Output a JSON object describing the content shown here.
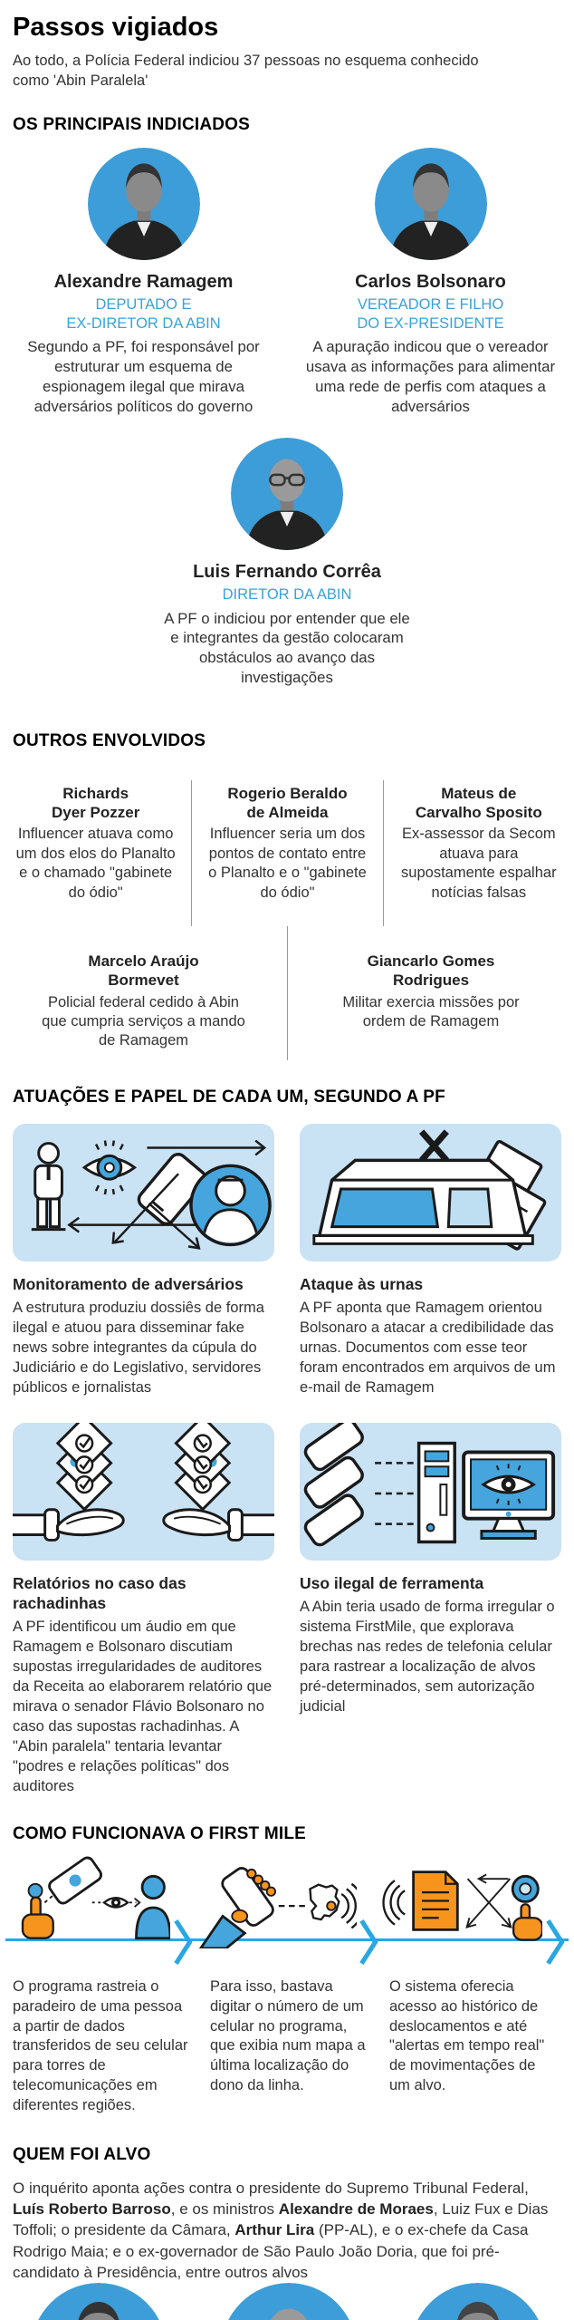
{
  "header": {
    "title": "Passos vigiados",
    "subtitle": "Ao todo, a Polícia Federal indiciou 37 pessoas no esquema conhecido como 'Abin Paralela'"
  },
  "colors": {
    "photo_circle_blue": "#3d9dd8",
    "accent_blue": "#29a7e0",
    "icon_blue": "#45a5dc",
    "light_blue_panel": "#c9e2f4",
    "orange": "#f7941e",
    "role_text_blue": "#36a3dc"
  },
  "main_indicted": {
    "heading": "OS PRINCIPAIS INDICIADOS",
    "people": [
      {
        "name": "Alexandre Ramagem",
        "role": "DEPUTADO E\nEX-DIRETOR DA ABIN",
        "desc": "Segundo a PF, foi responsável por estruturar um esquema de espionagem ilegal que mirava adversários políticos do governo"
      },
      {
        "name": "Carlos Bolsonaro",
        "role": "VEREADOR E FILHO\nDO EX-PRESIDENTE",
        "desc": "A apuração indicou que o vereador usava as informações para alimentar uma rede de perfis com ataques a adversários"
      },
      {
        "name": "Luis Fernando Corrêa",
        "role": "DIRETOR DA ABIN",
        "desc": "A PF o indiciou por entender que ele e integrantes da gestão colocaram obstáculos ao avanço das investigações"
      }
    ]
  },
  "others": {
    "heading": "OUTROS ENVOLVIDOS",
    "people": [
      {
        "name": "Richards\nDyer Pozzer",
        "desc": "Influencer atuava como um dos elos do Planalto e o chamado \"gabinete do ódio\""
      },
      {
        "name": "Rogerio Beraldo\nde Almeida",
        "desc": "Influencer seria um dos pontos de contato entre o Planalto e o \"gabinete do ódio\""
      },
      {
        "name": "Mateus de\nCarvalho Sposito",
        "desc": "Ex-assessor da Secom atuava para supostamente espalhar notícias falsas"
      },
      {
        "name": "Marcelo Araújo\nBormevet",
        "desc": "Policial federal cedido à Abin que cumpria serviços a mando de Ramagem"
      },
      {
        "name": "Giancarlo Gomes\nRodrigues",
        "desc": "Militar exercia missões por ordem de Ramagem"
      }
    ]
  },
  "roles_pf": {
    "heading": "ATUAÇÕES E PAPEL DE CADA UM, SEGUNDO A PF",
    "cards": [
      {
        "icon": "surveillance-illustration",
        "title": "Monitoramento de adversários",
        "desc": "A estrutura produziu dossiês de forma ilegal e atuou para disseminar fake news sobre integrantes da cúpula do Judiciário e do Legislativo, servidores públicos e jornalistas"
      },
      {
        "icon": "voting-machine-illustration",
        "title": "Ataque às urnas",
        "desc": "A PF aponta que Ramagem orientou Bolsonaro a atacar a credibilidade das urnas. Documentos com esse teor foram encontrados em arquivos de um e-mail de Ramagem"
      },
      {
        "icon": "hands-documents-illustration",
        "title": "Relatórios no caso das rachadinhas",
        "desc": "A PF identificou um áudio em que Ramagem e Bolsonaro discutiam supostas irregularidades de auditores da Receita ao elaborarem relatório que mirava o senador Flávio Bolsonaro no caso das supostas rachadinhas. A \"Abin paralela\" tentaria levantar \"podres e relações políticas\" dos auditores"
      },
      {
        "icon": "phones-computer-illustration",
        "title": "Uso ilegal de ferramenta",
        "desc": "A Abin teria usado de forma irregular o sistema FirstMile, que explorava brechas nas redes de telefonia celular para rastrear a localização de alvos pré-determinados, sem autorização judicial"
      }
    ]
  },
  "first_mile": {
    "heading": "COMO FUNCIONAVA O FIRST MILE",
    "steps": [
      {
        "icon": "phone-tracking-icon",
        "text": "O programa rastreia o paradeiro de uma pessoa a partir de dados transferidos de seu celular para torres de telecomunicações em diferentes regiões."
      },
      {
        "icon": "dial-number-map-icon",
        "text": "Para isso, bastava digitar o número de um celular no programa, que exibia num mapa a última localização do dono da linha."
      },
      {
        "icon": "history-alerts-icon",
        "text": "O sistema oferecia acesso ao histórico de deslocamentos e até \"alertas em tempo real\" de movimentações de um alvo."
      }
    ]
  },
  "targets": {
    "heading": "QUEM FOI ALVO",
    "intro_segments": [
      {
        "text": "O inquérito aponta ações contra o presidente do Supremo Tribunal Federal, ",
        "bold": false
      },
      {
        "text": "Luís Roberto Barroso",
        "bold": true
      },
      {
        "text": ", e os ministros ",
        "bold": false
      },
      {
        "text": "Alexandre de Moraes",
        "bold": true
      },
      {
        "text": ", Luiz Fux e Dias Toffoli; o presidente da Câmara, ",
        "bold": false
      },
      {
        "text": "Arthur Lira",
        "bold": true
      },
      {
        "text": " (PP-AL), e o ex-chefe da Casa Rodrigo Maia; e o ex-governador de São Paulo João Doria, que foi pré-candidato à Presidência, entre outros alvos",
        "bold": false
      }
    ]
  }
}
